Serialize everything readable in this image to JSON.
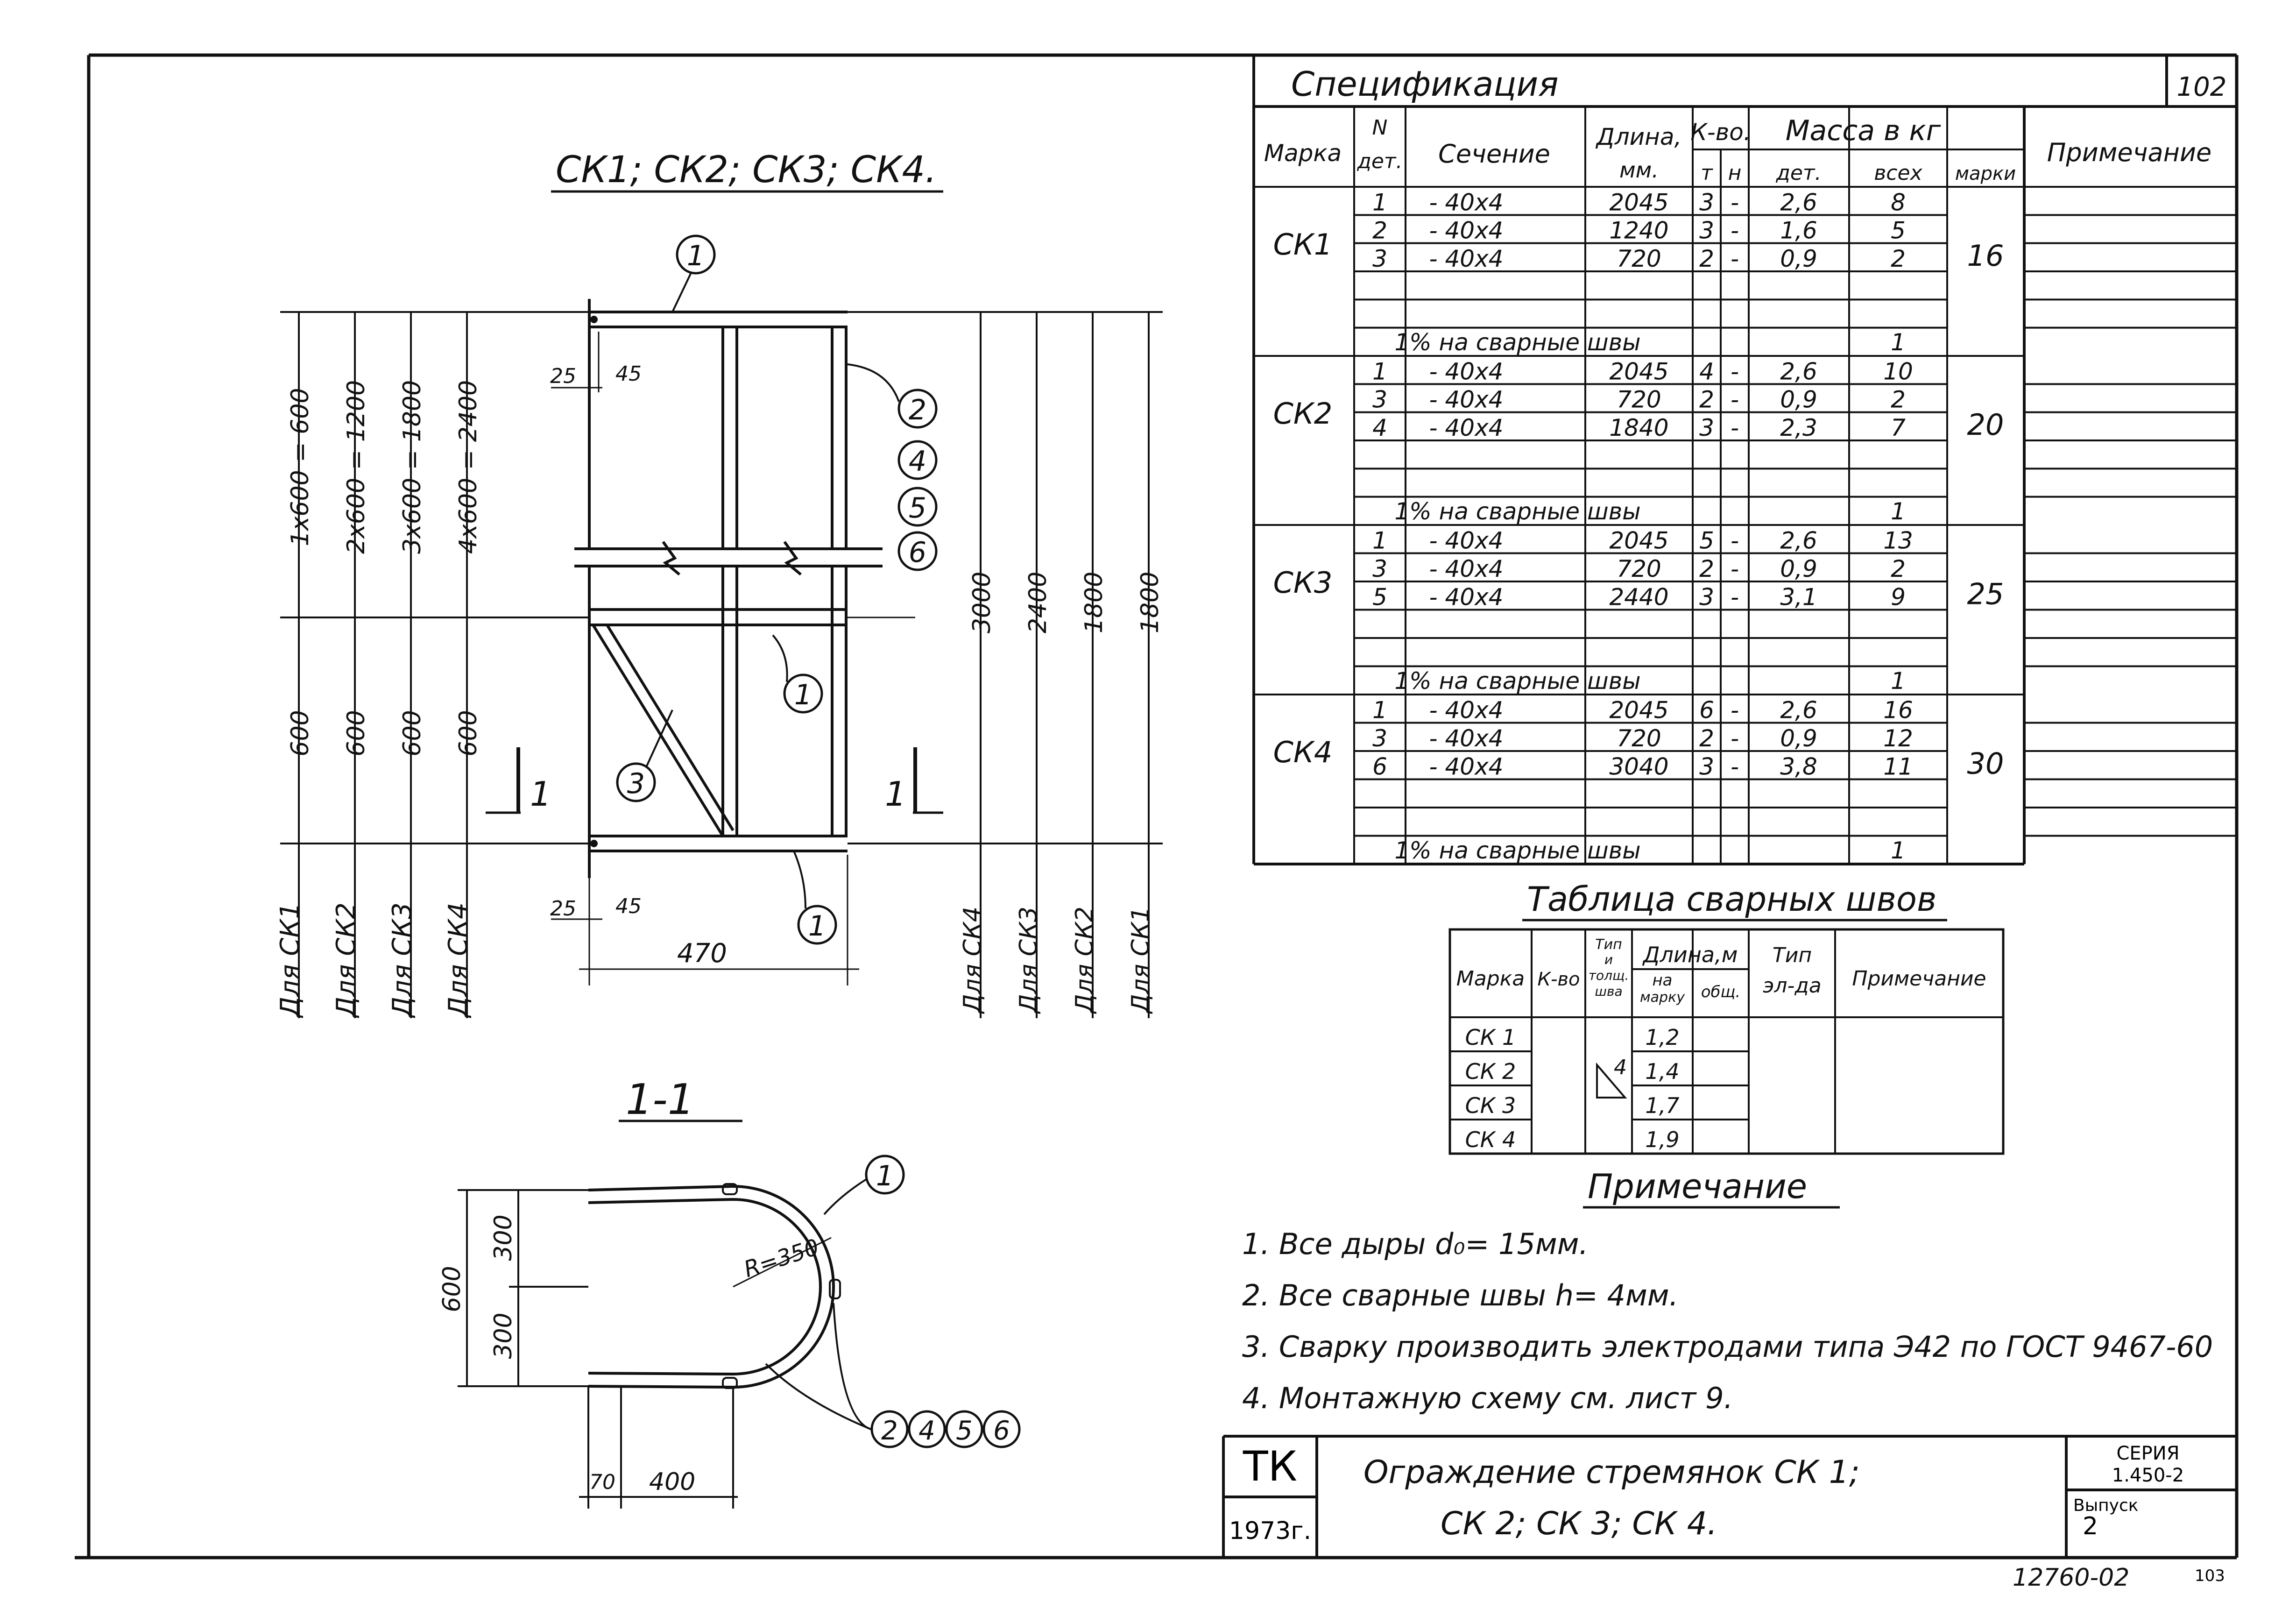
{
  "sheet_number": "102",
  "bottom_left_number": "12760-02",
  "bottom_right_number": "103",
  "drawing": {
    "main_title": "СК1; СК2; СК3; СК4.",
    "section_title": "1-1",
    "callouts": {
      "c1_top": "1",
      "c2": "2",
      "c4": "4",
      "c5": "5",
      "c6": "6",
      "c1_mid": "1",
      "c3": "3",
      "c1_bottom": "1",
      "sec_c1": "1",
      "sec_c2": "2",
      "sec_c4": "4",
      "sec_c5": "5",
      "sec_c6": "6"
    },
    "left_dims": [
      "1х600 = 600",
      "2х600 = 1200",
      "3х600 = 1800",
      "4х600 = 2400"
    ],
    "left_600": "600",
    "left_labels": [
      "Для СК1",
      "Для СК2",
      "Для СК3",
      "Для СК4"
    ],
    "right_dims": [
      "3000",
      "2400",
      "1800",
      "1800"
    ],
    "right_labels": [
      "Для СК4",
      "Для СК3",
      "Для СК2",
      "Для СК1"
    ],
    "dim_25_top": "25",
    "dim_45_top": "45",
    "dim_25_bottom": "25",
    "dim_45_bottom": "45",
    "dim_470": "470",
    "section_mark": "1",
    "section": {
      "dim_600": "600",
      "dim_300_a": "300",
      "dim_300_b": "300",
      "radius": "R=350",
      "dim_70": "70",
      "dim_400": "400"
    }
  },
  "specification": {
    "title": "Спецификация",
    "headers": {
      "mark": "Марка",
      "det_n": "N",
      "det": "дет.",
      "section": "Сечение",
      "length": "Длина,",
      "length_unit": "мм.",
      "qty": "К-во.",
      "qty_t": "т",
      "qty_n": "н",
      "mass": "Масса в кг",
      "mass_det": "дет.",
      "mass_all": "всех",
      "mass_mark": "марки",
      "note": "Примечание"
    },
    "groups": [
      {
        "mark": "СК1",
        "total": "16",
        "rows": [
          {
            "det": "1",
            "section": "- 40х4",
            "length": "2045",
            "t": "3",
            "n": "-",
            "mdet": "2,6",
            "mall": "8"
          },
          {
            "det": "2",
            "section": "- 40х4",
            "length": "1240",
            "t": "3",
            "n": "-",
            "mdet": "1,6",
            "mall": "5"
          },
          {
            "det": "3",
            "section": "- 40х4",
            "length": "720",
            "t": "2",
            "n": "-",
            "mdet": "0,9",
            "mall": "2"
          }
        ],
        "weld": "1% на сварные швы",
        "weld_val": "1"
      },
      {
        "mark": "СК2",
        "total": "20",
        "rows": [
          {
            "det": "1",
            "section": "- 40х4",
            "length": "2045",
            "t": "4",
            "n": "-",
            "mdet": "2,6",
            "mall": "10"
          },
          {
            "det": "3",
            "section": "- 40х4",
            "length": "720",
            "t": "2",
            "n": "-",
            "mdet": "0,9",
            "mall": "2"
          },
          {
            "det": "4",
            "section": "- 40х4",
            "length": "1840",
            "t": "3",
            "n": "-",
            "mdet": "2,3",
            "mall": "7"
          }
        ],
        "weld": "1% на сварные швы",
        "weld_val": "1"
      },
      {
        "mark": "СК3",
        "total": "25",
        "rows": [
          {
            "det": "1",
            "section": "- 40х4",
            "length": "2045",
            "t": "5",
            "n": "-",
            "mdet": "2,6",
            "mall": "13"
          },
          {
            "det": "3",
            "section": "- 40х4",
            "length": "720",
            "t": "2",
            "n": "-",
            "mdet": "0,9",
            "mall": "2"
          },
          {
            "det": "5",
            "section": "- 40х4",
            "length": "2440",
            "t": "3",
            "n": "-",
            "mdet": "3,1",
            "mall": "9"
          }
        ],
        "weld": "1% на сварные швы",
        "weld_val": "1"
      },
      {
        "mark": "СК4",
        "total": "30",
        "rows": [
          {
            "det": "1",
            "section": "- 40х4",
            "length": "2045",
            "t": "6",
            "n": "-",
            "mdet": "2,6",
            "mall": "16"
          },
          {
            "det": "3",
            "section": "- 40х4",
            "length": "720",
            "t": "2",
            "n": "-",
            "mdet": "0,9",
            "mall": "12"
          },
          {
            "det": "6",
            "section": "- 40х4",
            "length": "3040",
            "t": "3",
            "n": "-",
            "mdet": "3,8",
            "mall": "11"
          }
        ],
        "weld": "1% на сварные швы",
        "weld_val": "1"
      }
    ]
  },
  "weld_table": {
    "title": "Таблица сварных швов",
    "headers": {
      "mark": "Марка",
      "qty": "К-во",
      "type1": "Тип",
      "type2": "и",
      "type3": "толщ.",
      "type4": "шва",
      "length": "Длина,м",
      "per_mark1": "на",
      "per_mark2": "марку",
      "total": "общ.",
      "el_type1": "Тип",
      "el_type2": "эл-да",
      "note": "Примечание"
    },
    "thickness": "4",
    "rows": [
      {
        "mark": "СК 1",
        "len": "1,2"
      },
      {
        "mark": "СК 2",
        "len": "1,4"
      },
      {
        "mark": "СК 3",
        "len": "1,7"
      },
      {
        "mark": "СК 4",
        "len": "1,9"
      }
    ]
  },
  "notes": {
    "title": "Примечание",
    "items": [
      "1. Все дыры d₀= 15мм.",
      "2. Все сварные швы h= 4мм.",
      "3. Сварку производить электродами типа Э42 по ГОСТ 9467-60",
      "4. Монтажную схему см. лист 9."
    ]
  },
  "title_block": {
    "org": "ТК",
    "year": "1973г.",
    "title_line1": "Ограждение стремянок СК 1;",
    "title_line2": "СК 2; СК 3; СК 4.",
    "series_label": "СЕРИЯ",
    "series_value": "1.450-2",
    "issue_label": "Выпуск",
    "issue_value": "2"
  }
}
